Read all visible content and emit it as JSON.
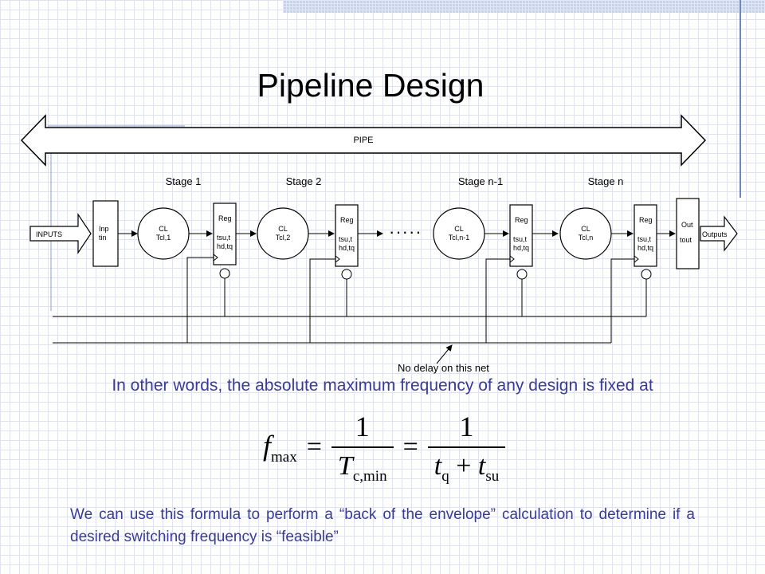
{
  "slide": {
    "title": "Pipeline Design",
    "statement": "In other words, the absolute maximum frequency of any design is fixed at",
    "note": "We can use this formula to perform a “back of the envelope” calculation to determine if a desired switching frequency is “feasible”"
  },
  "diagram": {
    "pipe_label": "PIPE",
    "inputs_label": "INPUTS",
    "outputs_label": "Outputs",
    "input_reg": {
      "line1": "Inp",
      "line2": "tin"
    },
    "output_reg": {
      "line1": "Out",
      "line2": "tout"
    },
    "ellipsis": "·····",
    "no_delay_label": "No delay on this net",
    "stages": [
      {
        "label": "Stage 1",
        "cl_line1": "CL",
        "cl_line2": "Tcl,1",
        "reg_line1": "Reg",
        "reg_line2": "tsu,t",
        "reg_line3": "hd,tq"
      },
      {
        "label": "Stage 2",
        "cl_line1": "CL",
        "cl_line2": "Tcl,2",
        "reg_line1": "Reg",
        "reg_line2": "tsu,t",
        "reg_line3": "hd,tq"
      },
      {
        "label": "Stage n-1",
        "cl_line1": "CL",
        "cl_line2": "Tcl,n-1",
        "reg_line1": "Reg",
        "reg_line2": "tsu,t",
        "reg_line3": "hd,tq"
      },
      {
        "label": "Stage n",
        "cl_line1": "CL",
        "cl_line2": "Tcl,n",
        "reg_line1": "Reg",
        "reg_line2": "tsu,t",
        "reg_line3": "hd,tq"
      }
    ]
  },
  "formula": {
    "lhs": "f",
    "lhs_sub": "max",
    "eq": "=",
    "num1": "1",
    "den1_var": "T",
    "den1_sub": "c,min",
    "num2": "1",
    "den2_t1": "t",
    "den2_s1": "q",
    "den2_plus": " + ",
    "den2_t2": "t",
    "den2_s2": "su"
  }
}
